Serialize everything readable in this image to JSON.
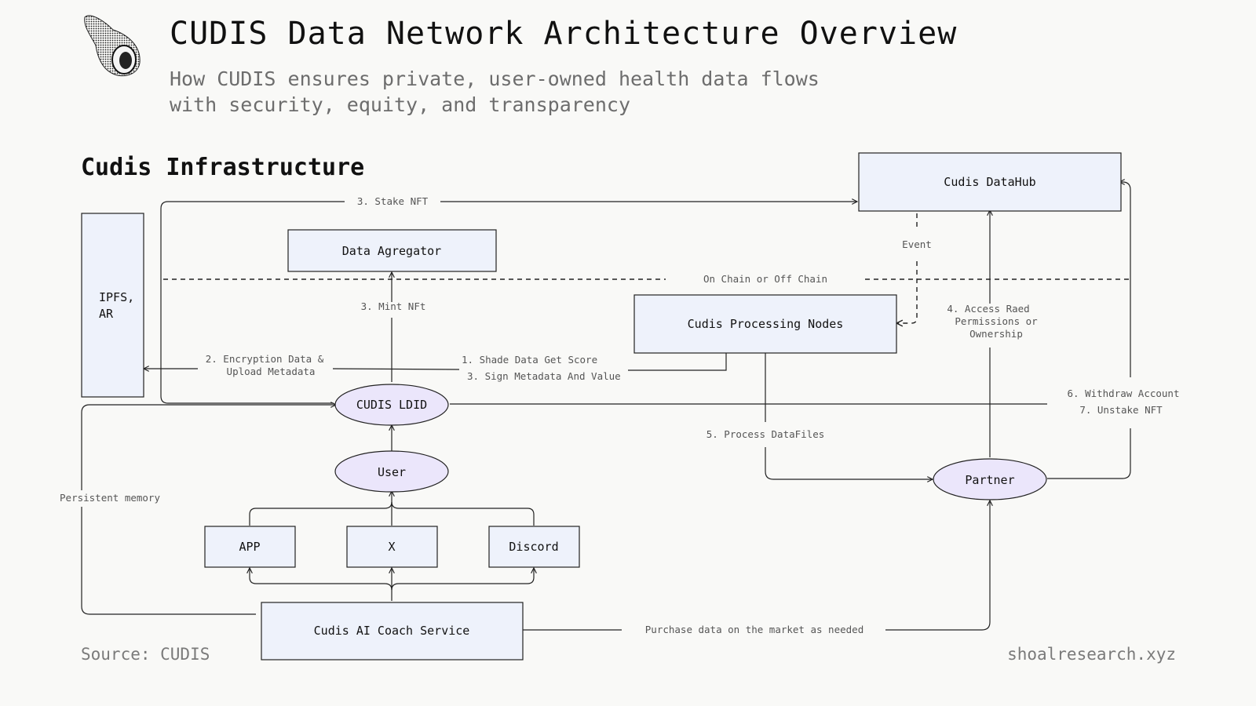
{
  "header": {
    "title": "CUDIS Data Network Architecture Overview",
    "subtitle_line1": "How CUDIS ensures private, user-owned health data flows",
    "subtitle_line2": "with security, equity, and transparency",
    "logo_icon": "shell-icon"
  },
  "section_title": "Cudis Infrastructure",
  "nodes": {
    "ipfs_line1": "IPFS,",
    "ipfs_line2": "AR",
    "data_aggregator": "Data Agregator",
    "datahub": "Cudis DataHub",
    "processing_nodes": "Cudis Processing Nodes",
    "ldid": "CUDIS LDID",
    "user": "User",
    "app": "APP",
    "x": "X",
    "discord": "Discord",
    "ai_coach": "Cudis AI Coach Service",
    "partner": "Partner"
  },
  "edges": {
    "stake_nft": "3. Stake NFT",
    "event": "Event",
    "chain_boundary": "On Chain or Off Chain",
    "mint_nft": "3. Mint NFt",
    "encryption_line1": "2. Encryption Data &",
    "encryption_line2": "Upload Metadata",
    "shade_data": "1. Shade Data Get Score",
    "sign_metadata": "3. Sign Metadata And Value",
    "access_line1": "4. Access Raed",
    "access_line2": "Permissions or",
    "access_line3": "Ownership",
    "withdraw": "6. Withdraw Account",
    "unstake": "7. Unstake NFT",
    "process_datafiles": "5. Process DataFiles",
    "persistent_memory": "Persistent memory",
    "purchase": "Purchase data on the market as needed"
  },
  "footer": {
    "source": "Source: CUDIS",
    "credit": "shoalresearch.xyz"
  },
  "colors": {
    "box_fill": "#eef2fb",
    "oval_fill": "#ebe6fb",
    "background": "#f9f9f7"
  }
}
